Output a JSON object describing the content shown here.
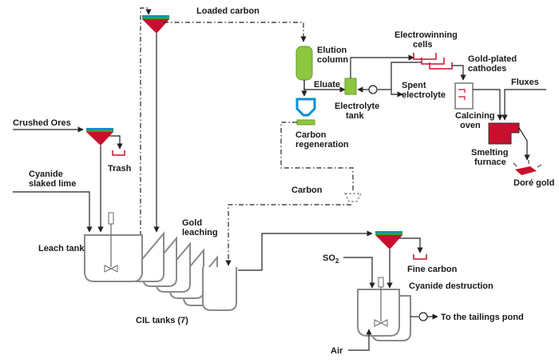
{
  "labels": {
    "loaded_carbon": "Loaded carbon",
    "elution_column": [
      "Elution",
      "column"
    ],
    "electrowinning_cells": [
      "Electrowinning",
      "cells"
    ],
    "gold_plated_cathodes": [
      "Gold-plated",
      "cathodes"
    ],
    "fluxes": "Fluxes",
    "eluate": "Eluate",
    "spent_electrolyte": [
      "Spent",
      "electrolyte"
    ],
    "electrolyte_tank": [
      "Electrolyte",
      "tank"
    ],
    "calcining_oven": [
      "Calcining",
      "oven"
    ],
    "carbon_regeneration": [
      "Carbon",
      "regeneration"
    ],
    "smelting_furnace": [
      "Smelting",
      "furnace"
    ],
    "dore_gold": "Doré gold",
    "crushed_ores": "Crushed Ores",
    "trash": "Trash",
    "cyanide_slaked_lime": [
      "Cyanide",
      "slaked lime"
    ],
    "carbon": "Carbon",
    "gold_leaching": [
      "Gold",
      "leaching"
    ],
    "leach_tank": "Leach tank",
    "so2": "SO",
    "so2_sub": "2",
    "fine_carbon": "Fine carbon",
    "cyanide_destruction": "Cyanide destruction",
    "cil_tanks": "CIL tanks (7)",
    "tailings_pond": "To the tailings pond",
    "air": "Air"
  },
  "colors": {
    "green": "#8dc63f",
    "red": "#c8102e",
    "blue": "#0a8fd6",
    "screen_green": "#3f9a3a",
    "tank_gray": "#8a8a8a"
  }
}
